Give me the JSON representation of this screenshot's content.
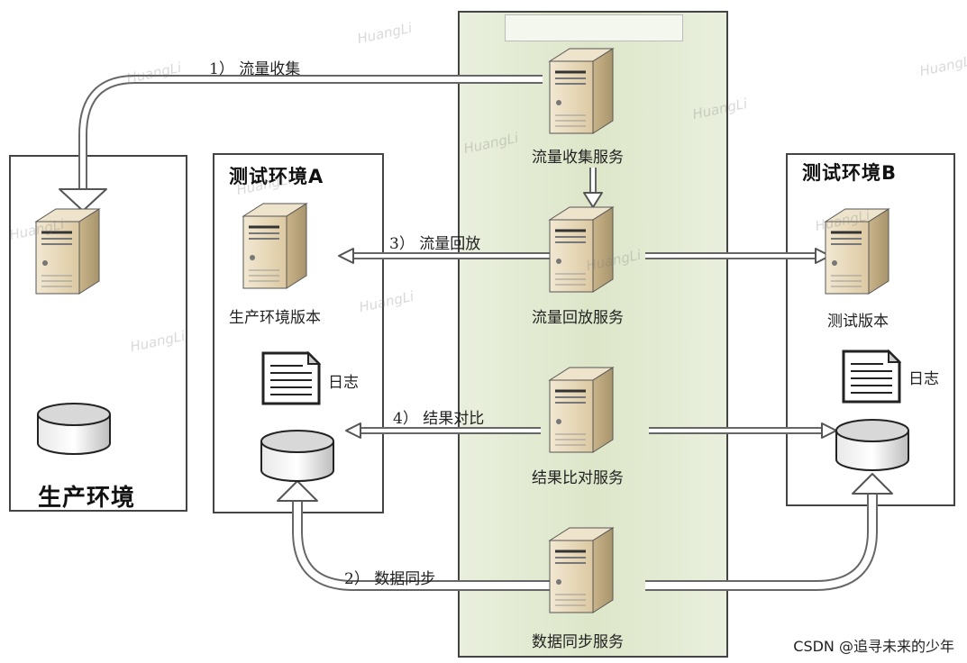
{
  "panels": {
    "production": {
      "title": "生产环境"
    },
    "test_a": {
      "title": "测试环境A",
      "server_label": "生产环境版本",
      "log_label": "日志"
    },
    "test_b": {
      "title": "测试环境B",
      "server_label": "测试版本",
      "log_label": "日志"
    }
  },
  "services": {
    "collect": "流量收集服务",
    "replay": "流量回放服务",
    "compare": "结果比对服务",
    "sync": "数据同步服务"
  },
  "flows": {
    "collect": "1） 流量收集",
    "sync": "2） 数据同步",
    "replay": "3） 流量回放",
    "compare": "4） 结果对比"
  },
  "watermark": "HuangLi",
  "footer": "CSDN @追寻未来的少年",
  "colors": {
    "center_panel": "#dde6c9",
    "server": "#e6d6b6",
    "border": "#444444"
  }
}
